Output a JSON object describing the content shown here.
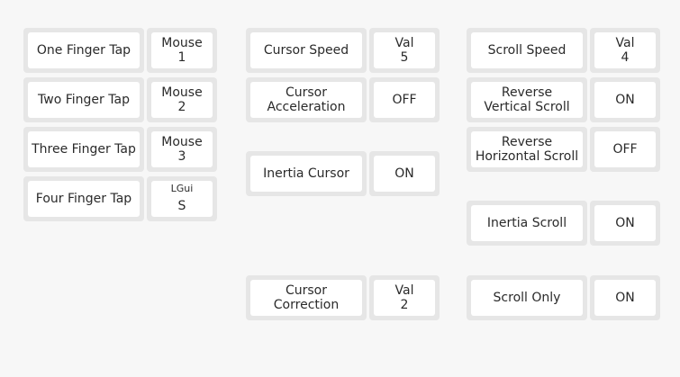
{
  "tap": {
    "one_label": "One Finger Tap",
    "one_value": "Mouse\n1",
    "two_label": "Two Finger Tap",
    "two_value": "Mouse\n2",
    "three_label": "Three Finger Tap",
    "three_value": "Mouse\n3",
    "four_label": "Four Finger Tap",
    "four_value_top": "LGui",
    "four_value_bottom": "S"
  },
  "cursor": {
    "speed_label": "Cursor Speed",
    "speed_value": "Val\n5",
    "accel_label": "Cursor\nAcceleration",
    "accel_value": "OFF",
    "inertia_label": "Inertia Cursor",
    "inertia_value": "ON",
    "correction_label": "Cursor\nCorrection",
    "correction_value": "Val\n2"
  },
  "scroll": {
    "speed_label": "Scroll Speed",
    "speed_value": "Val\n4",
    "rev_v_label": "Reverse\nVertical Scroll",
    "rev_v_value": "ON",
    "rev_h_label": "Reverse\nHorizontal Scroll",
    "rev_h_value": "OFF",
    "inertia_label": "Inertia Scroll",
    "inertia_value": "ON",
    "only_label": "Scroll Only",
    "only_value": "ON"
  }
}
